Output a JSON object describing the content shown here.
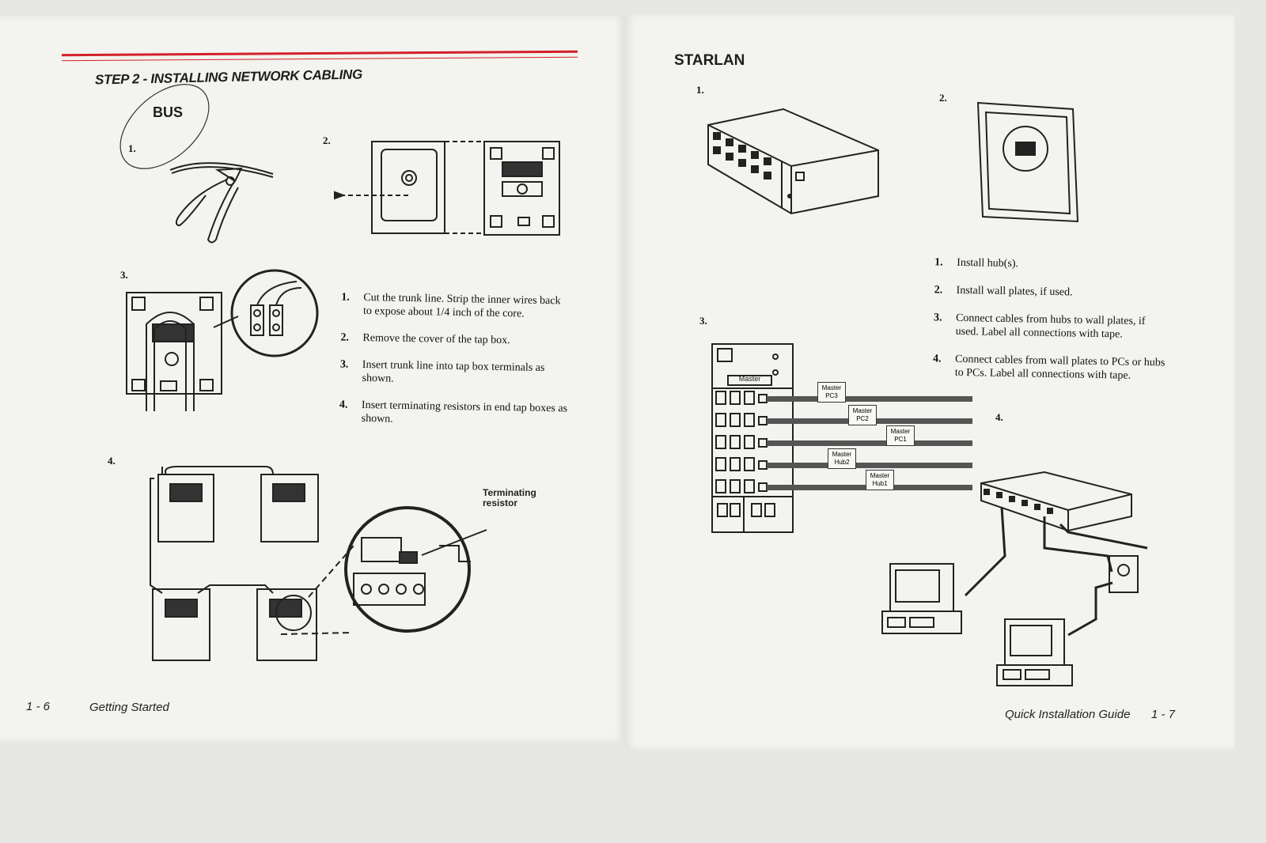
{
  "left_page": {
    "heading": "STEP 2 - INSTALLING NETWORK CABLING",
    "subheading": "BUS",
    "figure_labels": [
      "1.",
      "2.",
      "3.",
      "4."
    ],
    "steps": [
      {
        "num": "1.",
        "text": "Cut the trunk line.  Strip the inner wires back to expose about 1/4 inch of the core."
      },
      {
        "num": "2.",
        "text": "Remove the cover of the tap box."
      },
      {
        "num": "3.",
        "text": "Insert trunk line into tap box terminals as shown."
      },
      {
        "num": "4.",
        "text": "Insert terminating resistors in end tap boxes as shown."
      }
    ],
    "callout": "Terminating resistor",
    "footer": {
      "page_number": "1 - 6",
      "title": "Getting Started"
    },
    "accent_color": "#d32027"
  },
  "right_page": {
    "heading": "STARLAN",
    "figure_labels": [
      "1.",
      "2.",
      "3.",
      "4."
    ],
    "steps": [
      {
        "num": "1.",
        "text": "Install hub(s)."
      },
      {
        "num": "2.",
        "text": "Install wall plates, if used."
      },
      {
        "num": "3.",
        "text": "Connect cables from hubs to wall plates, if used.  Label all connections with tape."
      },
      {
        "num": "4.",
        "text": "Connect cables from wall plates to PCs or hubs to PCs.  Label all connections with tape."
      }
    ],
    "panel_label": "Master",
    "cable_tags": [
      {
        "line1": "Master",
        "line2": "PC3"
      },
      {
        "line1": "Master",
        "line2": "PC2"
      },
      {
        "line1": "Master",
        "line2": "PC1"
      },
      {
        "line1": "Master",
        "line2": "Hub2"
      },
      {
        "line1": "Master",
        "line2": "Hub1"
      }
    ],
    "footer": {
      "title": "Quick Installation Guide",
      "page_number": "1 - 7"
    }
  }
}
